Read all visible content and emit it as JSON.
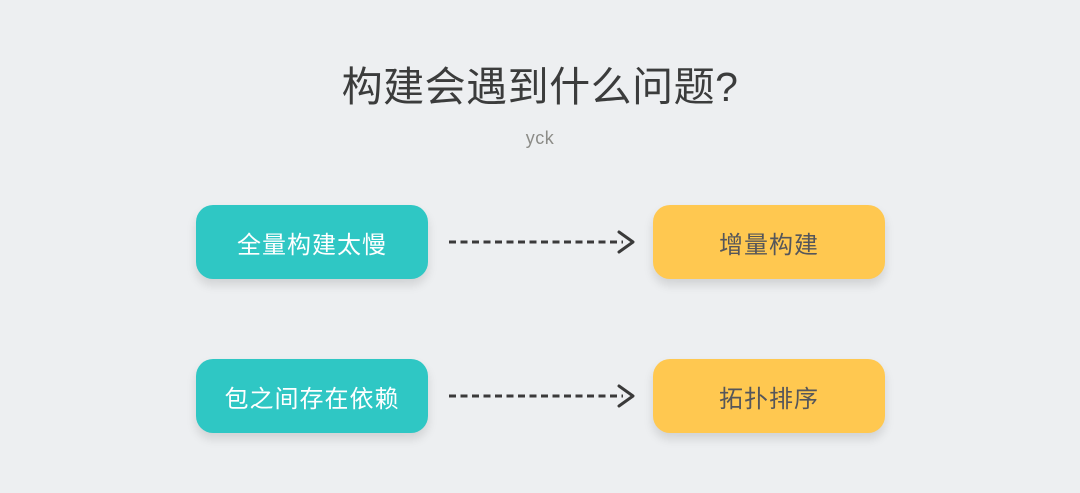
{
  "page": {
    "title": "构建会遇到什么问题?",
    "subtitle": "yck",
    "background": "#edeff1"
  },
  "colors": {
    "problem_box": "#2fc7c4",
    "problem_text": "#ffffff",
    "solution_box": "#ffc850",
    "solution_text": "#55565a",
    "title_text": "#3b3c3c",
    "subtitle_text": "#8c8c88",
    "arrow": "#3a3a3a"
  },
  "rows": [
    {
      "problem": "全量构建太慢",
      "solution": "增量构建"
    },
    {
      "problem": "包之间存在依赖",
      "solution": "拓扑排序"
    }
  ]
}
